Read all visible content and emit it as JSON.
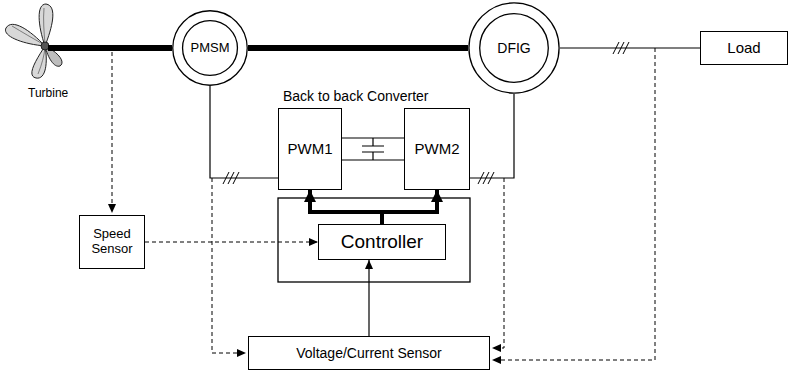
{
  "diagram": {
    "nodes": [
      {
        "text": [
          "PMSM"
        ]
      },
      {
        "text": [
          "DFIG"
        ]
      },
      {
        "text": [
          "Load"
        ]
      },
      {
        "text": [
          "PWM1"
        ]
      },
      {
        "text": [
          "PWM2"
        ]
      },
      {
        "text": [
          "Speed Sensor"
        ]
      },
      {
        "text": [
          "Controller"
        ]
      },
      {
        "text": [
          "Voltage/Current Sensor"
        ]
      }
    ],
    "edges": [
      {
        "from": 0,
        "to": 1,
        "arrow": "none"
      },
      {
        "from": 1,
        "to": 2,
        "arrow": "none"
      },
      {
        "from": 0,
        "to": 3,
        "arrow": "none"
      },
      {
        "from": 3,
        "to": 4,
        "arrow": "none"
      },
      {
        "from": 4,
        "to": 1,
        "arrow": "none"
      },
      {
        "from": 6,
        "to": 3,
        "arrow": "to"
      },
      {
        "from": 6,
        "to": 4,
        "arrow": "to"
      },
      {
        "from": 5,
        "to": 6,
        "arrow": "to"
      },
      {
        "from": 7,
        "to": 6,
        "arrow": "to"
      }
    ],
    "labels": [
      "Turbine",
      "Back to back Converter"
    ]
  }
}
